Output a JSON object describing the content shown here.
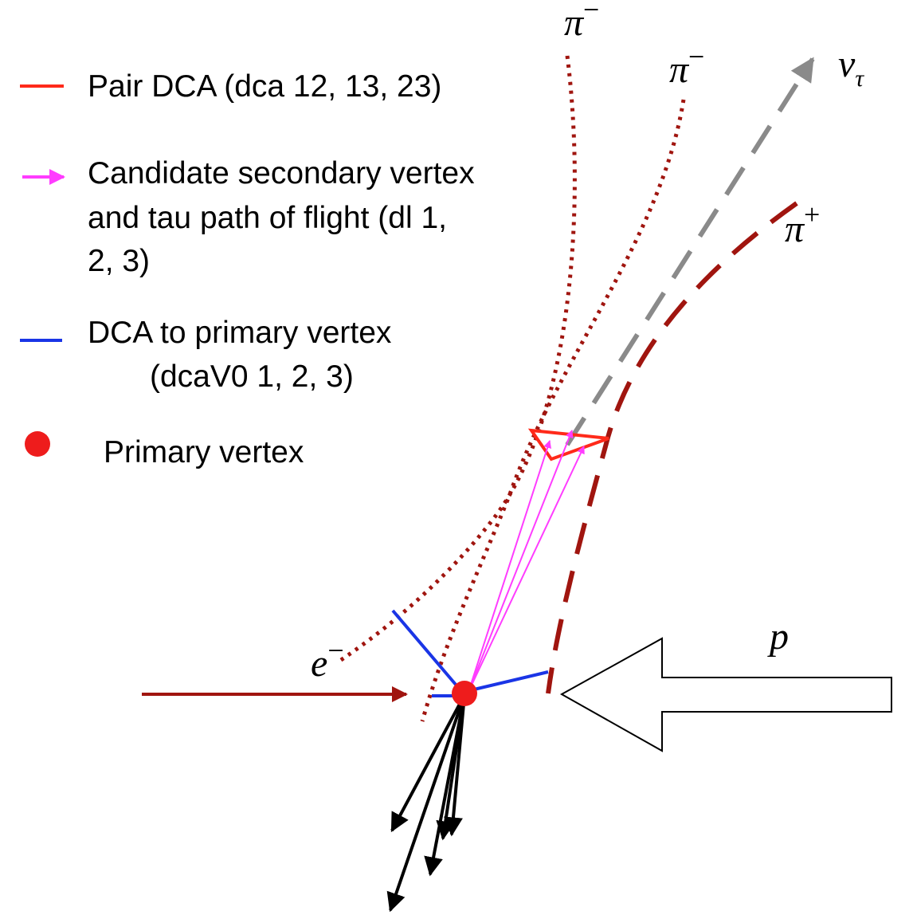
{
  "legend": {
    "pair_dca": {
      "text": "Pair DCA (dca 12, 13,  23)",
      "color": "#ff2a1a"
    },
    "secondary_vertex": {
      "lines": [
        "Candidate secondary vertex",
        "and tau path of flight (dl 1,",
        "2, 3)"
      ],
      "color": "#ff3cff"
    },
    "dca_primary": {
      "lines": [
        "DCA to primary vertex",
        "(dcaV0 1, 2, 3)"
      ],
      "color": "#1a35e6"
    },
    "primary_vertex": {
      "text": "Primary vertex",
      "color": "#ee1c1c"
    }
  },
  "labels": {
    "pi_minus_1": {
      "symbol": "π",
      "sup": "−"
    },
    "pi_minus_2": {
      "symbol": "π",
      "sup": "−"
    },
    "nu_tau": {
      "symbol": "ν",
      "sub": "τ"
    },
    "pi_plus": {
      "symbol": "π",
      "sup": "+"
    },
    "electron": {
      "symbol": "e",
      "sup": "−"
    },
    "proton": {
      "symbol": "p"
    }
  },
  "colors": {
    "track": "#a0150f",
    "neutrino": "#8a8a8a",
    "hadrons": "#000000",
    "proton_arrow_fill": "#ffffff",
    "proton_arrow_stroke": "#000000"
  }
}
